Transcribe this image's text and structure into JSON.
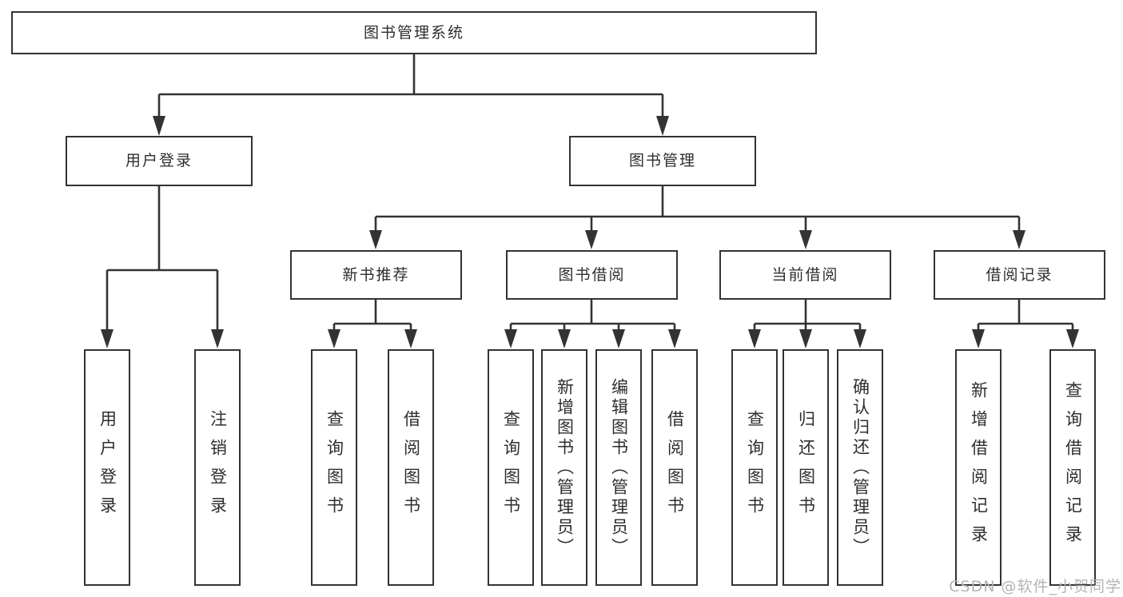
{
  "title": "图书管理系统",
  "watermark": "CSDN @软件_小贺同学",
  "colors": {
    "line": "#333333",
    "box_border": "#333333",
    "text": "#2e2e2e",
    "watermark": "#b3b3b3",
    "background": "#ffffff"
  },
  "tree": {
    "label": "图书管理系统",
    "children": [
      {
        "label": "用户登录",
        "children": [
          {
            "label": "用户登录"
          },
          {
            "label": "注销登录"
          }
        ]
      },
      {
        "label": "图书管理",
        "children": [
          {
            "label": "新书推荐",
            "children": [
              {
                "label": "查询图书"
              },
              {
                "label": "借阅图书"
              }
            ]
          },
          {
            "label": "图书借阅",
            "children": [
              {
                "label": "查询图书"
              },
              {
                "label": "新增图书（管理员）"
              },
              {
                "label": "编辑图书（管理员）"
              },
              {
                "label": "借阅图书"
              }
            ]
          },
          {
            "label": "当前借阅",
            "children": [
              {
                "label": "查询图书"
              },
              {
                "label": "归还图书"
              },
              {
                "label": "确认归还（管理员）"
              }
            ]
          },
          {
            "label": "借阅记录",
            "children": [
              {
                "label": "新增借阅记录"
              },
              {
                "label": "查询借阅记录"
              }
            ]
          }
        ]
      }
    ]
  }
}
